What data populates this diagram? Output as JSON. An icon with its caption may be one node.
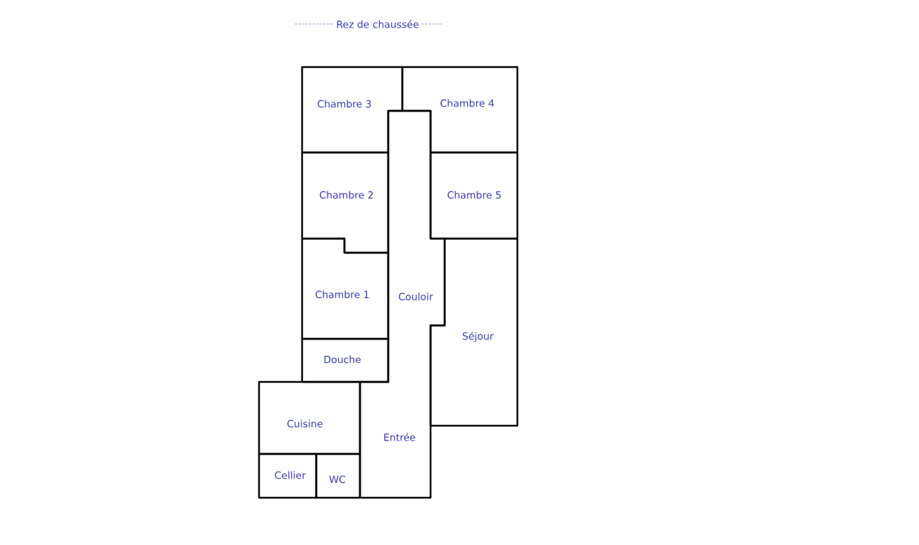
{
  "diagram": {
    "title": "Rez de chaussée",
    "nodes": [
      {
        "text": [
          "Chambre 3"
        ]
      },
      {
        "text": [
          "Chambre 4"
        ]
      },
      {
        "text": [
          "Chambre 2"
        ]
      },
      {
        "text": [
          "Chambre 5"
        ]
      },
      {
        "text": [
          "Chambre 1"
        ]
      },
      {
        "text": [
          "Couloir"
        ]
      },
      {
        "text": [
          "Séjour"
        ]
      },
      {
        "text": [
          "Douche"
        ]
      },
      {
        "text": [
          "Cuisine"
        ]
      },
      {
        "text": [
          "Entrée"
        ]
      },
      {
        "text": [
          "Cellier"
        ]
      },
      {
        "text": [
          "WC"
        ]
      }
    ]
  }
}
